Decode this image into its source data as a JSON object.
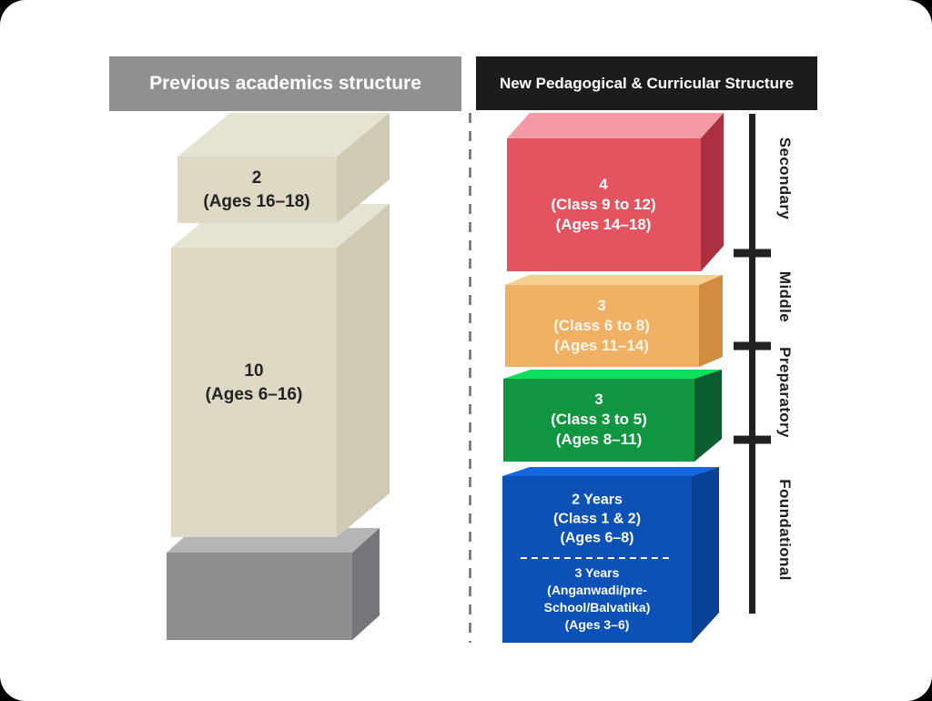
{
  "left_panel": {
    "header": "Previous academics structure",
    "blocks": [
      {
        "name": "upper-secondary",
        "label": "2\n(Ages 16–18)"
      },
      {
        "name": "school-ten-years",
        "label": "10\n(Ages 6–16)"
      },
      {
        "name": "base-block",
        "label": ""
      }
    ]
  },
  "right_panel": {
    "header": "New Pedagogical & Curricular Structure",
    "blocks": [
      {
        "stage": "Secondary",
        "label": "4\n(Class 9 to 12)\n(Ages 14–18)"
      },
      {
        "stage": "Middle",
        "label": "3\n(Class 6 to 8)\n(Ages 11–14)"
      },
      {
        "stage": "Preparatory",
        "label": "3\n(Class 3 to 5)\n(Ages 8–11)"
      },
      {
        "stage": "Foundational",
        "label_upper": "2 Years\n(Class 1 & 2)\n(Ages 6–8)",
        "label_lower": "3 Years\n(Anganwadi/pre-\nSchool/Balvatika)\n(Ages 3–6)"
      }
    ]
  },
  "colors": {
    "header_left_bg": "#8f9092",
    "header_right_bg": "#1c1c1e",
    "secondary": {
      "front": "#e45360",
      "top": "#f49aa4",
      "side": "#ab3140"
    },
    "middle": {
      "front": "#f1b164",
      "top": "#f8cf92",
      "side": "#d18c3f"
    },
    "preparatory": {
      "front": "#109540",
      "top": "#0bdf5d",
      "side": "#0b5c2f"
    },
    "foundational": {
      "front": "#0c51b5",
      "top": "#1566e0",
      "side": "#0a4298"
    },
    "beige": {
      "front": "#ded9c4",
      "top": "#e7e3d2",
      "side": "#cfcab4"
    },
    "gray_block": {
      "front": "#8e8e90",
      "top": "#b4b5b7",
      "side": "#76767a"
    }
  }
}
